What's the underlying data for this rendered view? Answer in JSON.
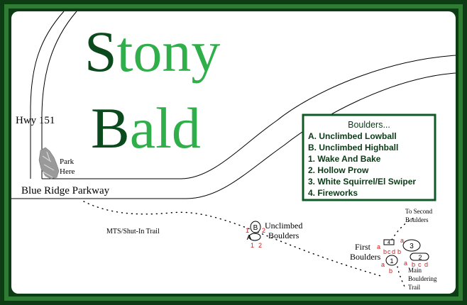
{
  "title": {
    "line1": "Stony",
    "line2": "Bald"
  },
  "roads": {
    "hwy": "Hwy 151",
    "parkway": "Blue Ridge Parkway"
  },
  "parking": {
    "line1": "Park",
    "line2": "Here"
  },
  "trails": {
    "mts": "MTS/Shut-In Trail",
    "to_second_1": "To Second",
    "to_second_2": "Boulders",
    "main_1": "Main",
    "main_2": "Bouldering",
    "main_3": "Trail"
  },
  "areas": {
    "unclimbed_1": "Unclimbed",
    "unclimbed_2": "Boulders",
    "first_1": "First",
    "first_2": "Boulders"
  },
  "legend": {
    "heading": "Boulders...",
    "items": [
      "A. Unclimbed Lowball",
      "B. Unclimbed Highball",
      "1. Wake And Bake",
      "2. Hollow Prow",
      "3. White Squirrel/El Swiper",
      "4. Fireworks"
    ]
  },
  "markers": {
    "A": "A",
    "B": "B",
    "b1": "1",
    "b2": "2",
    "b3": "3",
    "b4": "4"
  },
  "problems": {
    "ua_1": "1",
    "ua_2": "2",
    "ub_1": "1",
    "ub_2": "2",
    "p4_a": "a",
    "p4_b": "b",
    "p4_c": "c",
    "p4_d": "d",
    "p1_a": "a",
    "p1_b": "b",
    "p3_a": "a",
    "p3_b": "b",
    "p2_a": "a",
    "p2_b": "b",
    "p2_c": "c",
    "p2_d": "d"
  },
  "colors": {
    "frame_outer": "#0d3b14",
    "frame_mid": "#2e7d32",
    "title_dark": "#0b4a1c",
    "title_light": "#2fae4a",
    "legend_border": "#0e5a25",
    "problem_red": "#d11a1a",
    "parking_gray": "#9a9a9a"
  }
}
